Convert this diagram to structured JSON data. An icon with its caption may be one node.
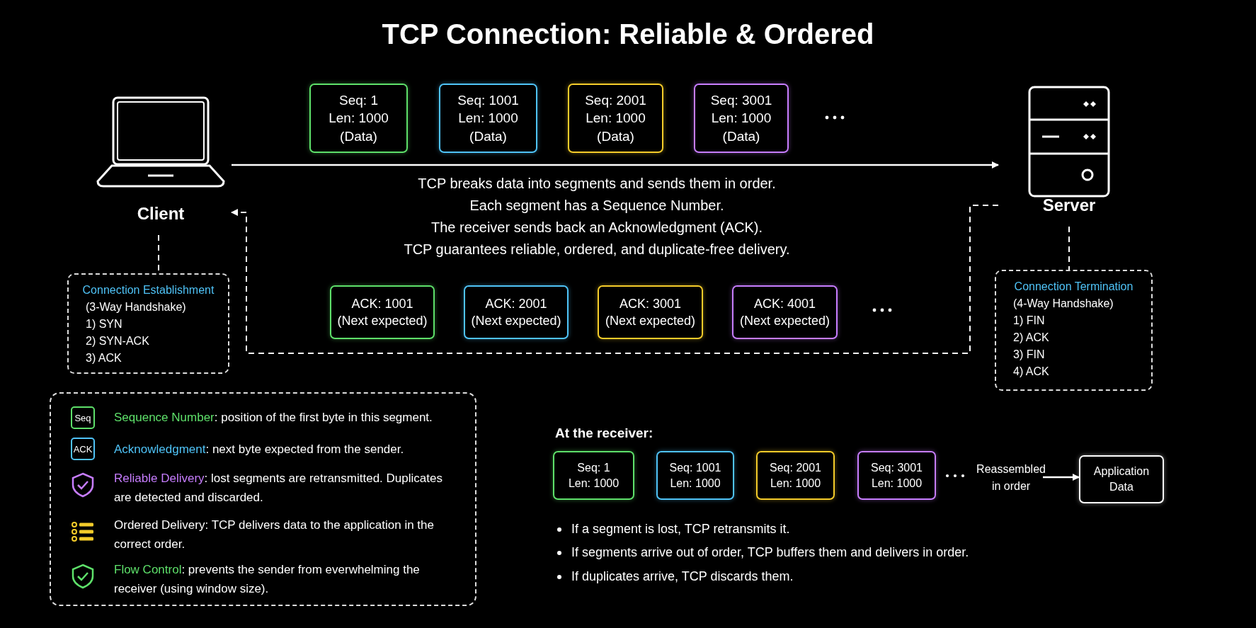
{
  "diagram": {
    "title": "TCP Connection: Reliable & Ordered",
    "nodes": [
      {
        "text": [
          "Client"
        ]
      },
      {
        "text": [
          "Seq: 1",
          "Len: 1000",
          "(Data)"
        ]
      },
      {
        "text": [
          "Seq: 1001",
          "Len: 1000",
          "(Data)"
        ]
      },
      {
        "text": [
          "Seq: 2001",
          "Len: 1000",
          "(Data)"
        ]
      },
      {
        "text": [
          "Seq: 3001",
          "Len: 1000",
          "(Data)"
        ]
      },
      {
        "text": [
          "Server"
        ]
      },
      {
        "text": [
          "ACK: 1001",
          "(Next expected)"
        ]
      },
      {
        "text": [
          "ACK: 2001",
          "(Next expected)"
        ]
      },
      {
        "text": [
          "ACK: 3001",
          "(Next expected)"
        ]
      },
      {
        "text": [
          "ACK: 4001",
          "(Next expected)"
        ]
      },
      {
        "text": [
          "Connection Establishment",
          "(3-Way Handshake)",
          "1) SYN",
          "2) SYN-ACK",
          "3) ACK"
        ]
      },
      {
        "text": [
          "Connection Termination",
          "(4-Way Handshake)",
          "1) FIN",
          "2) ACK",
          "3) FIN",
          "4) ACK"
        ]
      },
      {
        "text": [
          "Seq: 1",
          "Len: 1000"
        ]
      },
      {
        "text": [
          "Seq: 1001",
          "Len: 1000"
        ]
      },
      {
        "text": [
          "Seq: 2001",
          "Len: 1000"
        ]
      },
      {
        "text": [
          "Seq: 3001",
          "Len: 1000"
        ]
      },
      {
        "text": [
          "Reassembled in order"
        ]
      },
      {
        "text": [
          "Application Data"
        ]
      }
    ],
    "edges": [
      {
        "from": 0,
        "to": 5,
        "arrow": "to"
      },
      {
        "from": 5,
        "to": 0,
        "arrow": "to",
        "style": "dashed"
      },
      {
        "from": 0,
        "to": 10,
        "arrow": "none",
        "style": "dashed"
      },
      {
        "from": 5,
        "to": 11,
        "arrow": "none",
        "style": "dashed"
      },
      {
        "from": 16,
        "to": 17,
        "arrow": "to"
      }
    ],
    "labels": [
      "TCP breaks data into segments and sends them in order.",
      "Each segment has a Sequence Number.",
      "The receiver sends back an Acknowledgment (ACK).",
      "TCP guarantees reliable, ordered, and duplicate-free delivery.",
      "Seq",
      "ACK",
      "At the receiver:",
      "If a segment is lost, TCP retransmits it.",
      "If segments arrive out of order, TCP buffers them and delivers in order.",
      "If duplicates arrive, TCP discards them."
    ],
    "legend": [
      {
        "text": "Sequence Number: position of the first byte in this segment."
      },
      {
        "text": "Acknowledgment: next byte expected from the sender."
      },
      {
        "text": "Reliable Delivery: lost segments are retransmitted. Duplicates are detected and discarded."
      },
      {
        "text": "Ordered Delivery: TCP delivers data to the application in the correct order."
      },
      {
        "text": "Flow Control: prevents the sender from everwhelming the receiver (using window size)."
      }
    ]
  }
}
